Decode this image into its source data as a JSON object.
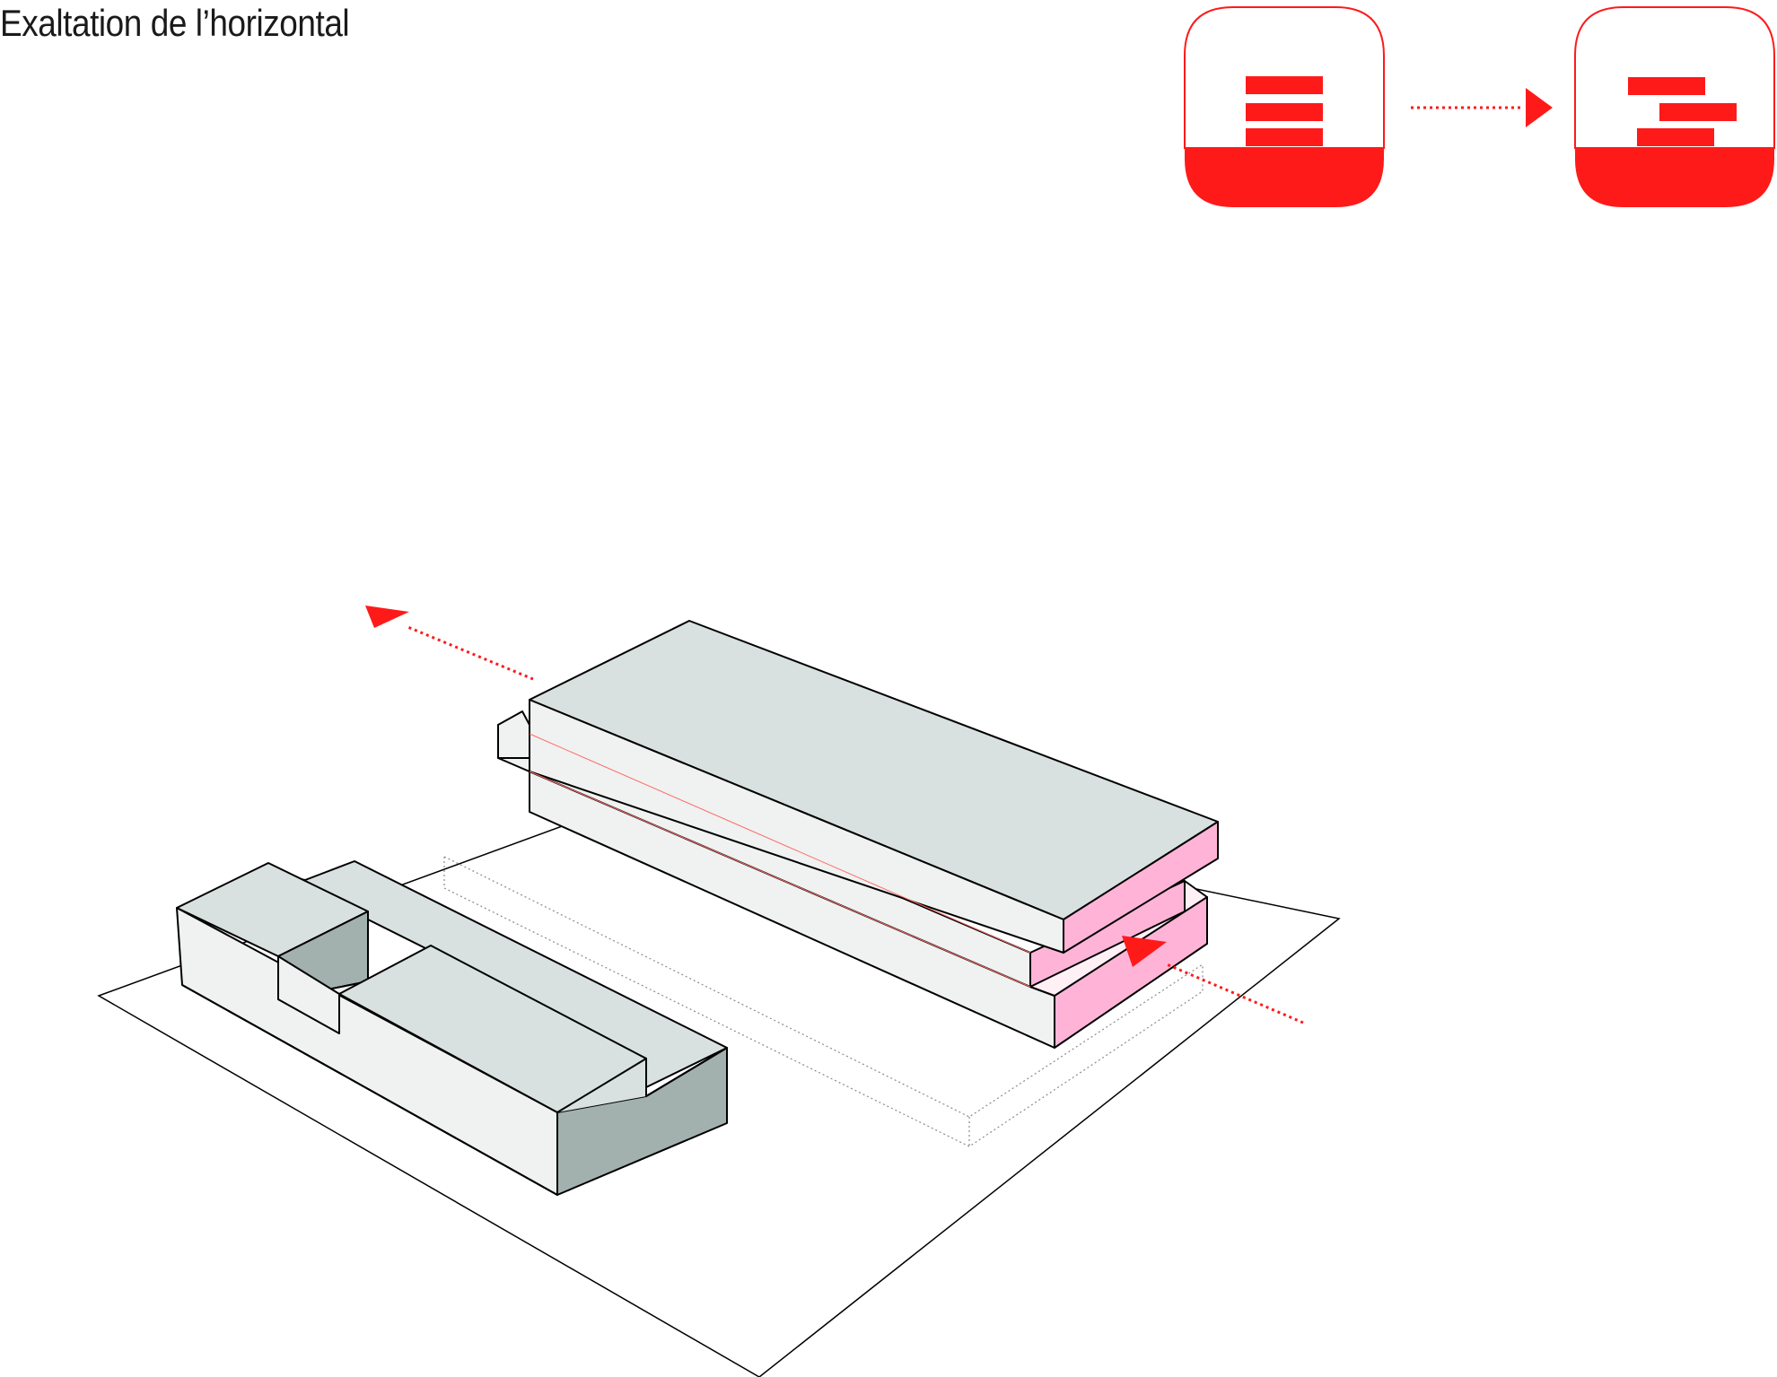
{
  "title": "Exaltation de l’horizontal",
  "colors": {
    "accent": "#ff1a1a",
    "top_face": "#d8e1df",
    "side_face": "#eff2f0",
    "dark_face": "#a2b1ae",
    "pink_face": "#ffb4d7",
    "outline": "#000000"
  },
  "icons": [
    {
      "name": "stacked-bars-icon",
      "state": "before"
    },
    {
      "name": "shifted-bars-icon",
      "state": "after"
    }
  ]
}
